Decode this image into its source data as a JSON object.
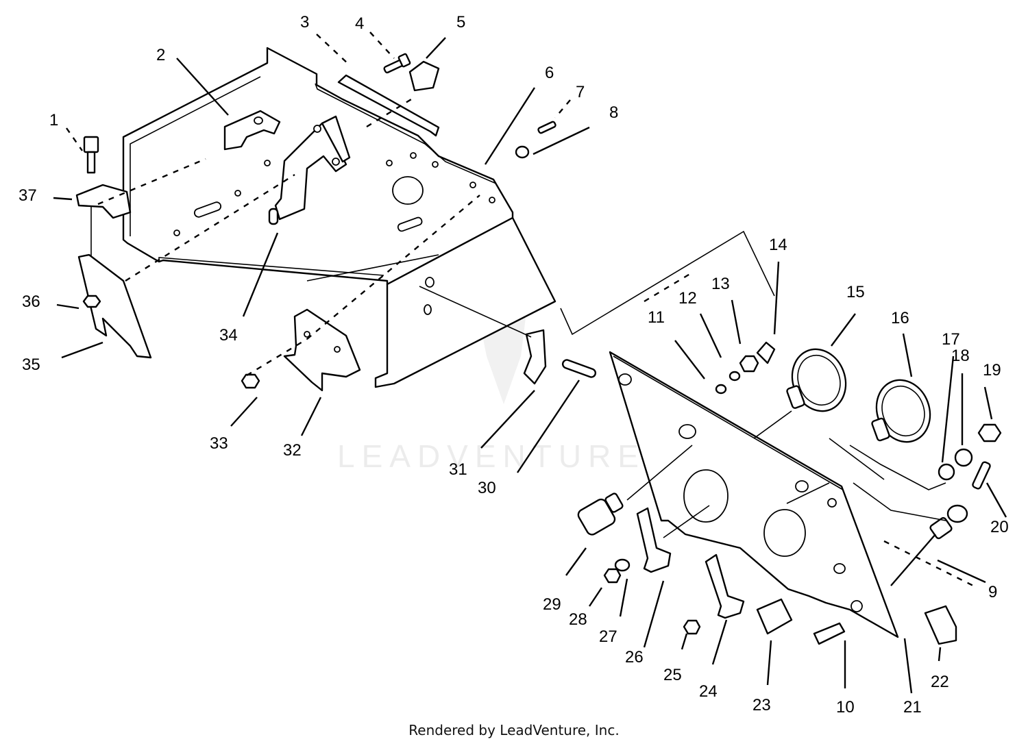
{
  "diagram": {
    "watermark": "LEADVENTURE",
    "footer": "Rendered by LeadVenture, Inc.",
    "callouts": [
      {
        "id": "1",
        "label": "1"
      },
      {
        "id": "2",
        "label": "2"
      },
      {
        "id": "3",
        "label": "3"
      },
      {
        "id": "4",
        "label": "4"
      },
      {
        "id": "5",
        "label": "5"
      },
      {
        "id": "6",
        "label": "6"
      },
      {
        "id": "7",
        "label": "7"
      },
      {
        "id": "8",
        "label": "8"
      },
      {
        "id": "9",
        "label": "9"
      },
      {
        "id": "10",
        "label": "10"
      },
      {
        "id": "11",
        "label": "11"
      },
      {
        "id": "12",
        "label": "12"
      },
      {
        "id": "13",
        "label": "13"
      },
      {
        "id": "14",
        "label": "14"
      },
      {
        "id": "15",
        "label": "15"
      },
      {
        "id": "16",
        "label": "16"
      },
      {
        "id": "17",
        "label": "17"
      },
      {
        "id": "18",
        "label": "18"
      },
      {
        "id": "19",
        "label": "19"
      },
      {
        "id": "20",
        "label": "20"
      },
      {
        "id": "21",
        "label": "21"
      },
      {
        "id": "22",
        "label": "22"
      },
      {
        "id": "23",
        "label": "23"
      },
      {
        "id": "24",
        "label": "24"
      },
      {
        "id": "25",
        "label": "25"
      },
      {
        "id": "26",
        "label": "26"
      },
      {
        "id": "27",
        "label": "27"
      },
      {
        "id": "28",
        "label": "28"
      },
      {
        "id": "29",
        "label": "29"
      },
      {
        "id": "30",
        "label": "30"
      },
      {
        "id": "31",
        "label": "31"
      },
      {
        "id": "32",
        "label": "32"
      },
      {
        "id": "33",
        "label": "33"
      },
      {
        "id": "34",
        "label": "34"
      },
      {
        "id": "35",
        "label": "35"
      },
      {
        "id": "36",
        "label": "36"
      },
      {
        "id": "37",
        "label": "37"
      }
    ]
  }
}
